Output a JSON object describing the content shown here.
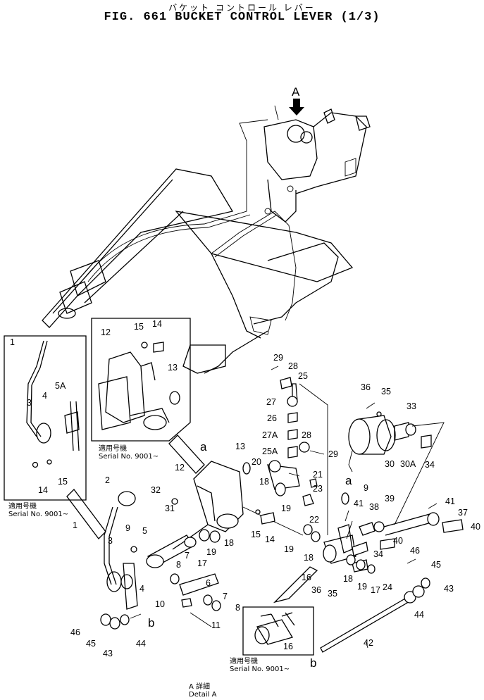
{
  "header": {
    "japanese_title": "バケット コントロール レバー",
    "figure_title": "FIG. 661  BUCKET CONTROL LEVER (1/3)"
  },
  "detail_marker": {
    "letter": "A"
  },
  "view_labels": {
    "a": "a",
    "b": "b"
  },
  "serial_notes": [
    {
      "jp": "適用号機",
      "text": "Serial No. 9001~"
    },
    {
      "jp": "適用号機",
      "text": "Serial No. 9001~"
    },
    {
      "jp": "適用号機",
      "text": "Serial No. 9001~"
    }
  ],
  "detail_caption": {
    "jp": "A 詳細",
    "text": "Detail A"
  },
  "part_numbers": [
    "1",
    "2",
    "3",
    "4",
    "5",
    "5A",
    "6",
    "7",
    "8",
    "9",
    "10",
    "11",
    "12",
    "13",
    "14",
    "15",
    "16",
    "17",
    "18",
    "19",
    "20",
    "21",
    "22",
    "23",
    "24",
    "25",
    "25A",
    "26",
    "27",
    "27A",
    "28",
    "29",
    "30",
    "30A",
    "31",
    "32",
    "33",
    "34",
    "35",
    "36",
    "37",
    "38",
    "39",
    "40",
    "41",
    "42",
    "43",
    "44",
    "45",
    "46"
  ]
}
